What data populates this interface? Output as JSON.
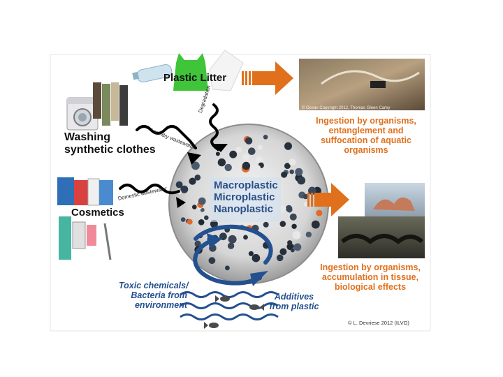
{
  "sources": {
    "plastic_litter": "Plastic Litter",
    "washing": [
      "Washing",
      "synthetic clothes"
    ],
    "cosmetics": "Cosmetics"
  },
  "pathways": {
    "degradation": "Degradation",
    "laundry": "Laundry wastewater",
    "domestic": "Domestic wastewater"
  },
  "center": {
    "lines": [
      "Macroplastic",
      "Microplastic",
      "Nanoplastic"
    ]
  },
  "effects": {
    "top": [
      "Ingestion by organisms,",
      "entanglement and",
      "suffocation of aquatic",
      "organisms"
    ],
    "bottom": [
      "Ingestion by organisms,",
      "accumulation in tissue,",
      "biological effects"
    ]
  },
  "exchange": {
    "left": [
      "Toxic chemicals/",
      "Bacteria from",
      "environment"
    ],
    "right": [
      "Additives",
      "from plastic"
    ]
  },
  "credits": {
    "photo": "© Ocean Copyright 2012, Thomas Gleen Carey",
    "footer": "© L. Devriese 2012 (ILVO)"
  },
  "colors": {
    "orange": "#e0701c",
    "blue": "#23508f"
  }
}
